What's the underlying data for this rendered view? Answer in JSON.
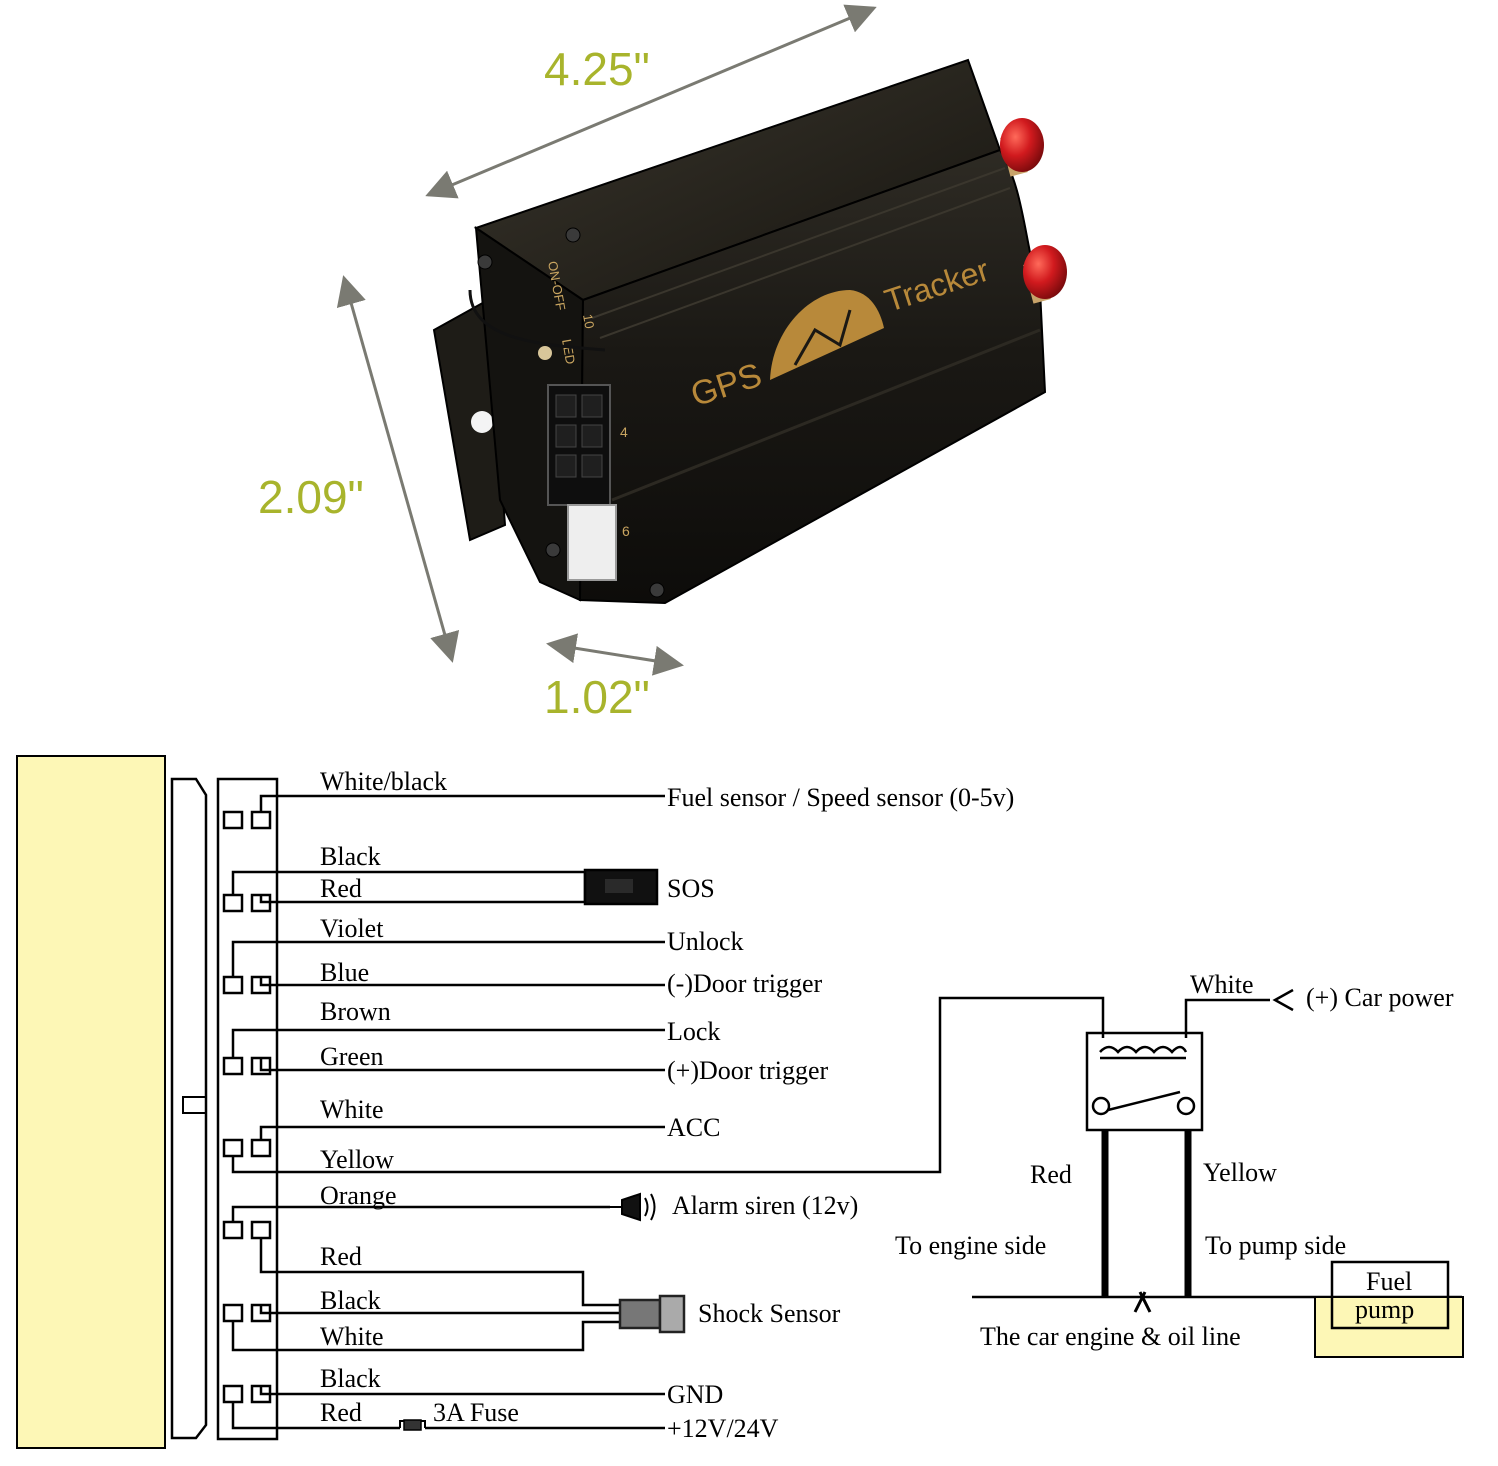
{
  "dimensions": {
    "length": "4.25\"",
    "height": "2.09\"",
    "depth": "1.02\""
  },
  "device": {
    "brand_left": "GPS",
    "brand_right": "Tracker",
    "switch_label": "ON-OFF",
    "led_label": "LED",
    "port_10": "10",
    "port_4": "4",
    "port_6": "6"
  },
  "wiring": {
    "wires": [
      {
        "color": "White/black",
        "target": "Fuel sensor / Speed sensor (0-5v)"
      },
      {
        "color": "Black",
        "target": "SOS"
      },
      {
        "color": "Red",
        "target": ""
      },
      {
        "color": "Violet",
        "target": "Unlock"
      },
      {
        "color": "Blue",
        "target": "(-)Door trigger"
      },
      {
        "color": "Brown",
        "target": "Lock"
      },
      {
        "color": "Green",
        "target": "(+)Door trigger"
      },
      {
        "color": "White",
        "target": "ACC"
      },
      {
        "color": "Yellow",
        "target": ""
      },
      {
        "color": "Orange",
        "target": "Alarm siren (12v)"
      },
      {
        "color": "Red",
        "target": "Shock Sensor"
      },
      {
        "color": "Black",
        "target": ""
      },
      {
        "color": "White",
        "target": ""
      },
      {
        "color": "Black",
        "target": "GND"
      },
      {
        "color": "Red",
        "target": "+12V/24V"
      }
    ],
    "fuse_label": "3A Fuse"
  },
  "relay": {
    "white_label": "White",
    "car_power": "(+) Car power",
    "red_label": "Red",
    "yellow_label": "Yellow",
    "engine_side": "To engine side",
    "pump_side": "To pump side",
    "line_label": "The car engine & oil line",
    "pump_line1": "Fuel",
    "pump_line2": "pump"
  },
  "colors": {
    "dimension_text": "#a8b42c",
    "dimension_arrow": "#7a7a72",
    "device_body": "#1c1a16",
    "device_gold": "#b8893a",
    "antenna": "#c8161c",
    "module_fill": "#fdf7b6"
  }
}
